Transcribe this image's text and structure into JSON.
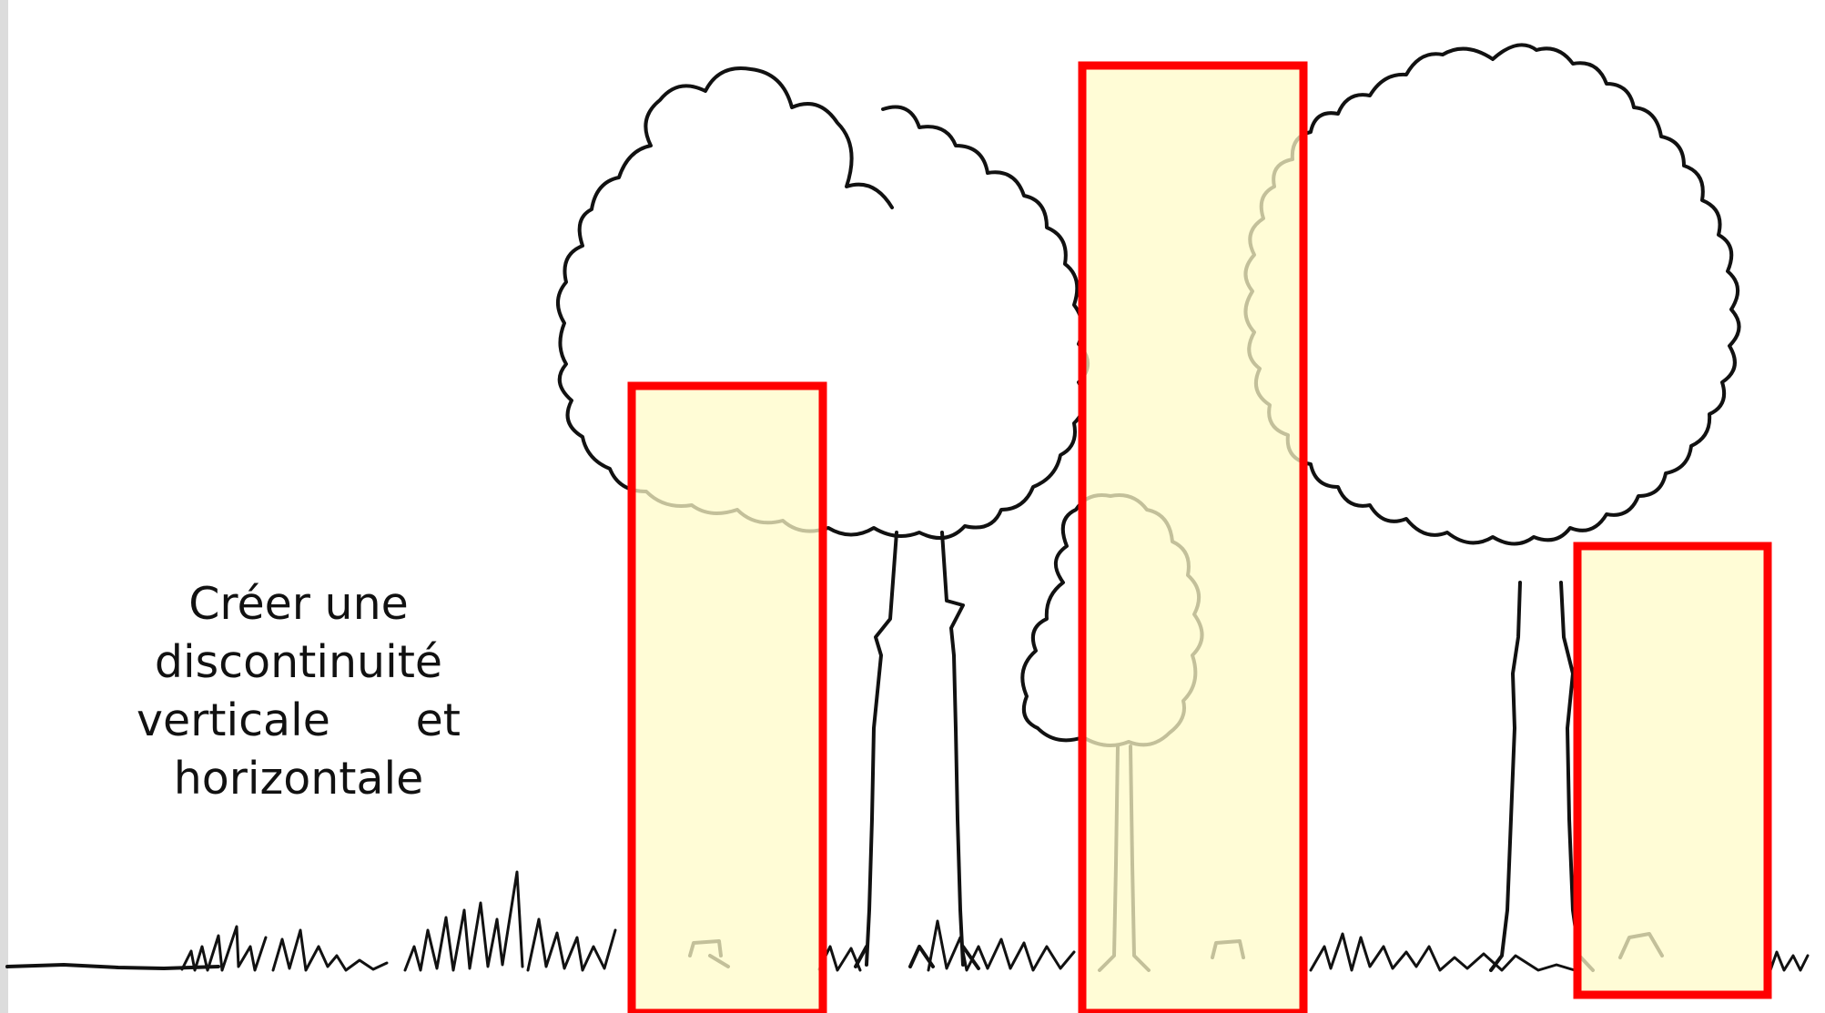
{
  "caption": {
    "line1": "Créer une",
    "line2": "discontinuité",
    "line3_left": "verticale",
    "line3_right": "et",
    "line4": "horizontale"
  },
  "colors": {
    "highlight_fill": "#fffbc8",
    "highlight_border": "#ff0000",
    "ink": "#111111",
    "background": "#ffffff"
  },
  "icons": [
    "tree-icon",
    "young-tree-icon",
    "tree-stump-icon",
    "grass-icon"
  ]
}
